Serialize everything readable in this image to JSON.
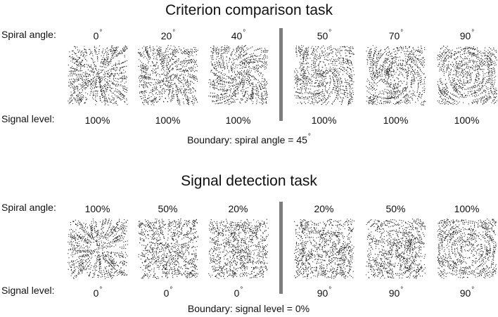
{
  "tasks": [
    {
      "title": "Criterion comparison task",
      "top_row_label": "Spiral angle:",
      "bottom_row_label": "Signal level:",
      "top_values": [
        {
          "text": "0",
          "deg": "°"
        },
        {
          "text": "20",
          "deg": "°"
        },
        {
          "text": "40",
          "deg": "°"
        },
        {
          "text": "50",
          "deg": "°"
        },
        {
          "text": "70",
          "deg": "°"
        },
        {
          "text": "90",
          "deg": "°"
        }
      ],
      "bottom_values": [
        {
          "text": "100%",
          "deg": ""
        },
        {
          "text": "100%",
          "deg": ""
        },
        {
          "text": "100%",
          "deg": ""
        },
        {
          "text": "100%",
          "deg": ""
        },
        {
          "text": "100%",
          "deg": ""
        },
        {
          "text": "100%",
          "deg": ""
        }
      ],
      "boundary_text": "Boundary: spiral angle = 45",
      "boundary_deg": "°",
      "panels": [
        {
          "angle": 0,
          "signal": 1.0
        },
        {
          "angle": 20,
          "signal": 1.0
        },
        {
          "angle": 40,
          "signal": 1.0
        },
        {
          "angle": 50,
          "signal": 1.0
        },
        {
          "angle": 70,
          "signal": 1.0
        },
        {
          "angle": 90,
          "signal": 1.0
        }
      ]
    },
    {
      "title": "Signal detection task",
      "top_row_label": "Spiral angle:",
      "bottom_row_label": "Signal level:",
      "top_values": [
        {
          "text": "100%",
          "deg": ""
        },
        {
          "text": "50%",
          "deg": ""
        },
        {
          "text": "20%",
          "deg": ""
        },
        {
          "text": "20%",
          "deg": ""
        },
        {
          "text": "50%",
          "deg": ""
        },
        {
          "text": "100%",
          "deg": ""
        }
      ],
      "bottom_values": [
        {
          "text": "0",
          "deg": "°"
        },
        {
          "text": "0",
          "deg": "°"
        },
        {
          "text": "0",
          "deg": "°"
        },
        {
          "text": "90",
          "deg": "°"
        },
        {
          "text": "90",
          "deg": "°"
        },
        {
          "text": "90",
          "deg": "°"
        }
      ],
      "boundary_text": "Boundary: signal level = 0%",
      "boundary_deg": "",
      "panels": [
        {
          "angle": 0,
          "signal": 1.0
        },
        {
          "angle": 0,
          "signal": 0.5
        },
        {
          "angle": 0,
          "signal": 0.2
        },
        {
          "angle": 90,
          "signal": 0.2
        },
        {
          "angle": 90,
          "signal": 0.5
        },
        {
          "angle": 90,
          "signal": 1.0
        }
      ]
    }
  ],
  "colors": {
    "dots": "#1a1a1a",
    "divider": "#7d7d7d",
    "text": "#111111"
  }
}
